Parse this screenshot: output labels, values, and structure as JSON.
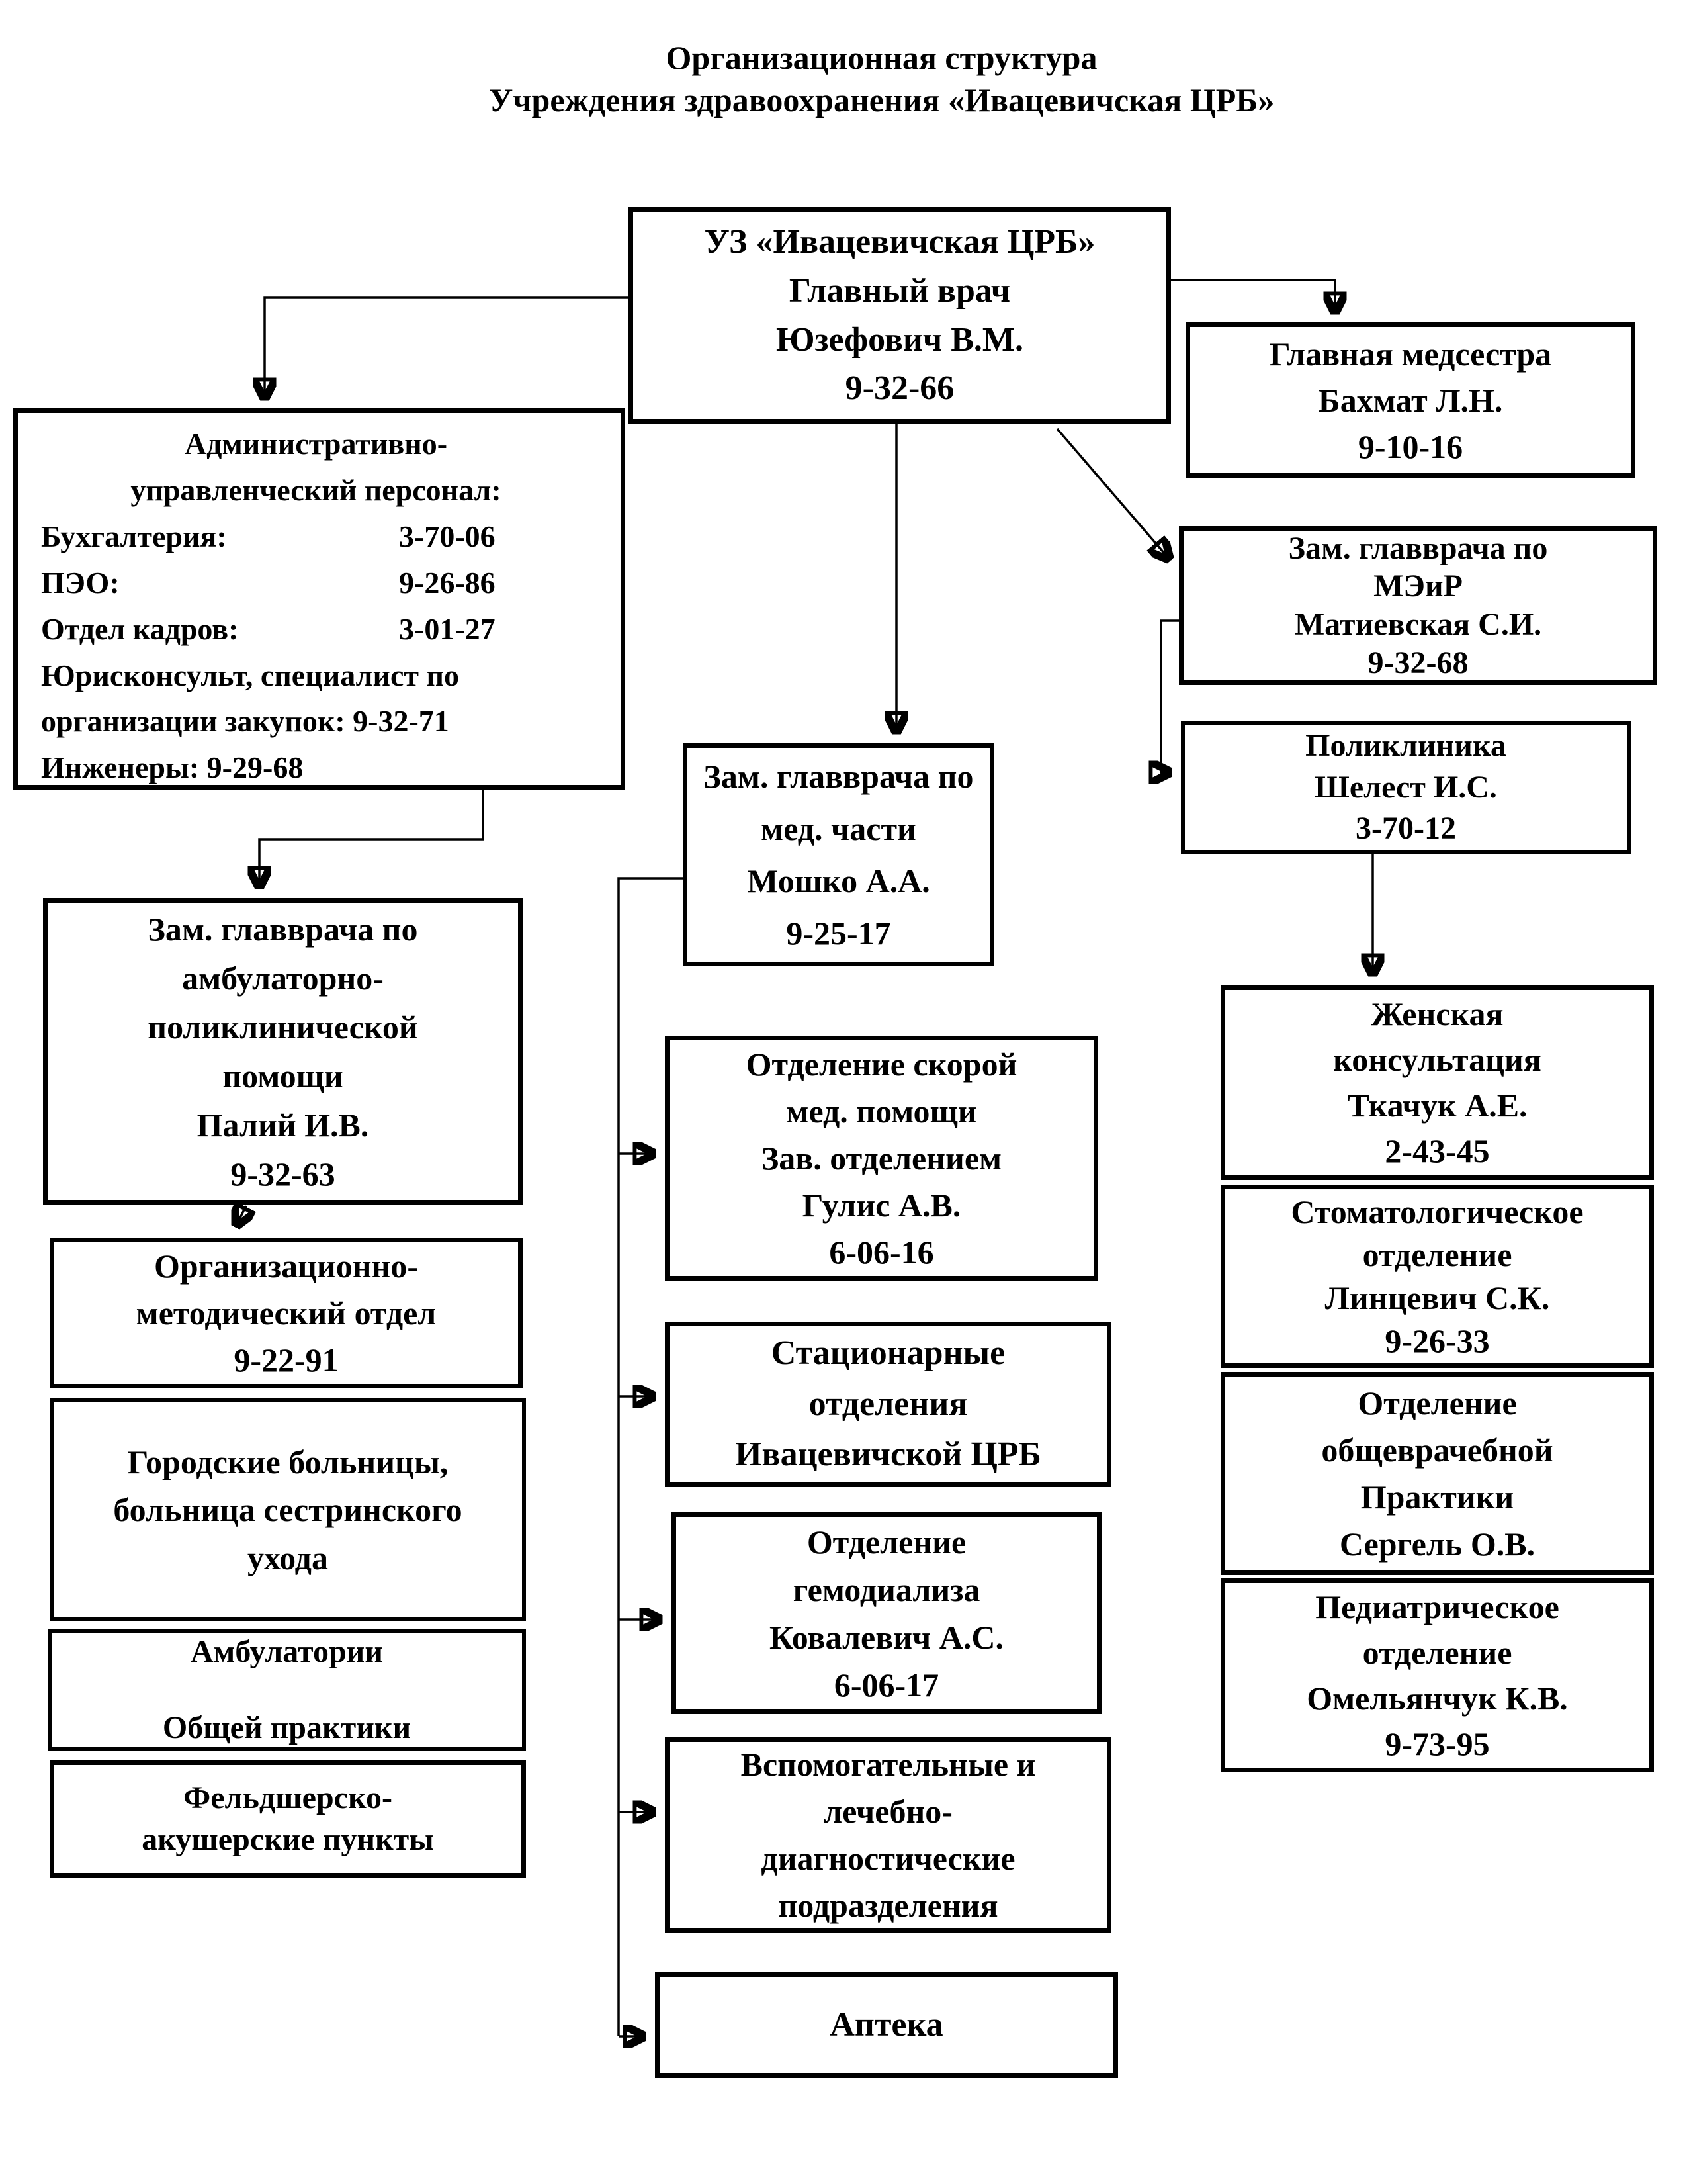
{
  "page": {
    "title_line1": "Организационная структура",
    "title_line2": "Учреждения здравоохранения «Ивацевичская ЦРБ»"
  },
  "colors": {
    "ink": "#000000",
    "paper": "#ffffff"
  },
  "nodes": {
    "uz": {
      "lines": [
        "УЗ «Ивацевичская ЦРБ»",
        "Главный врач",
        "Юзефович В.М.",
        "9-32-66"
      ]
    },
    "medsestra": {
      "lines": [
        "Главная медсестра",
        "Бахмат Л.Н.",
        "9-10-16"
      ]
    },
    "admin": {
      "rows": [
        {
          "text": "Административно-",
          "align": "center"
        },
        {
          "text": "управленческий персонал:",
          "align": "center"
        },
        {
          "label": "Бухгалтерия:",
          "value": "3-70-06"
        },
        {
          "label": "ПЭО:",
          "value": "9-26-86"
        },
        {
          "label": "Отдел кадров:",
          "value": "3-01-27"
        },
        {
          "text": "Юрисконсульт, специалист по",
          "align": "left"
        },
        {
          "text": "организации закупок: 9-32-71",
          "align": "left"
        },
        {
          "text": "Инженеры: 9-29-68",
          "align": "left"
        }
      ]
    },
    "meir": {
      "lines": [
        "Зам. главврача по",
        "МЭиР",
        "Матиевская С.И.",
        "9-32-68"
      ]
    },
    "poliklinika": {
      "lines": [
        "Поликлиника",
        "Шелест И.С.",
        "3-70-12"
      ]
    },
    "moshko": {
      "lines": [
        "Зам. главврача по",
        "мед. части",
        "Мошко А.А.",
        "9-25-17"
      ]
    },
    "paliy": {
      "lines": [
        "Зам. главврача по",
        "амбулаторно-",
        "поликлинической",
        "помощи",
        "Палий И.В.",
        "9-32-63"
      ]
    },
    "omo": {
      "lines": [
        "Организационно-",
        "методический отдел",
        "9-22-91"
      ]
    },
    "gorbolnicy": {
      "lines": [
        "Городские больницы,",
        "больница сестринского",
        "ухода"
      ]
    },
    "ambulatorii": {
      "lines": [
        "Амбулатории",
        "",
        "Общей практики"
      ]
    },
    "feldsher": {
      "lines": [
        "Фельдшерско-",
        "акушерские пункты"
      ]
    },
    "skoraya": {
      "lines": [
        "Отделение скорой",
        "мед. помощи",
        "Зав. отделением",
        "Гулис А.В.",
        "6-06-16"
      ]
    },
    "stacionar": {
      "lines": [
        "Стационарные",
        "отделения",
        "Ивацевичской ЦРБ"
      ]
    },
    "gemodializ": {
      "lines": [
        "Отделение",
        "гемодиализа",
        "Ковалевич А.С.",
        "6-06-17"
      ]
    },
    "vspomogat": {
      "lines": [
        "Вспомогательные и",
        "лечебно-",
        "диагностические",
        "подразделения"
      ]
    },
    "apteka": {
      "lines": [
        "Аптека"
      ]
    },
    "zhenskaya": {
      "lines": [
        "Женская",
        "консультация",
        "Ткачук А.Е.",
        "2-43-45"
      ]
    },
    "stomatolog": {
      "lines": [
        "Стоматологическое",
        "отделение",
        "Линцевич С.К.",
        "9-26-33"
      ]
    },
    "ovp": {
      "lines": [
        "Отделение",
        "общеврачебной",
        "Практики",
        "Сергель О.В."
      ]
    },
    "pediatr": {
      "lines": [
        "Педиатрическое",
        "отделение",
        "Омельянчук К.В.",
        "9-73-95"
      ]
    }
  }
}
